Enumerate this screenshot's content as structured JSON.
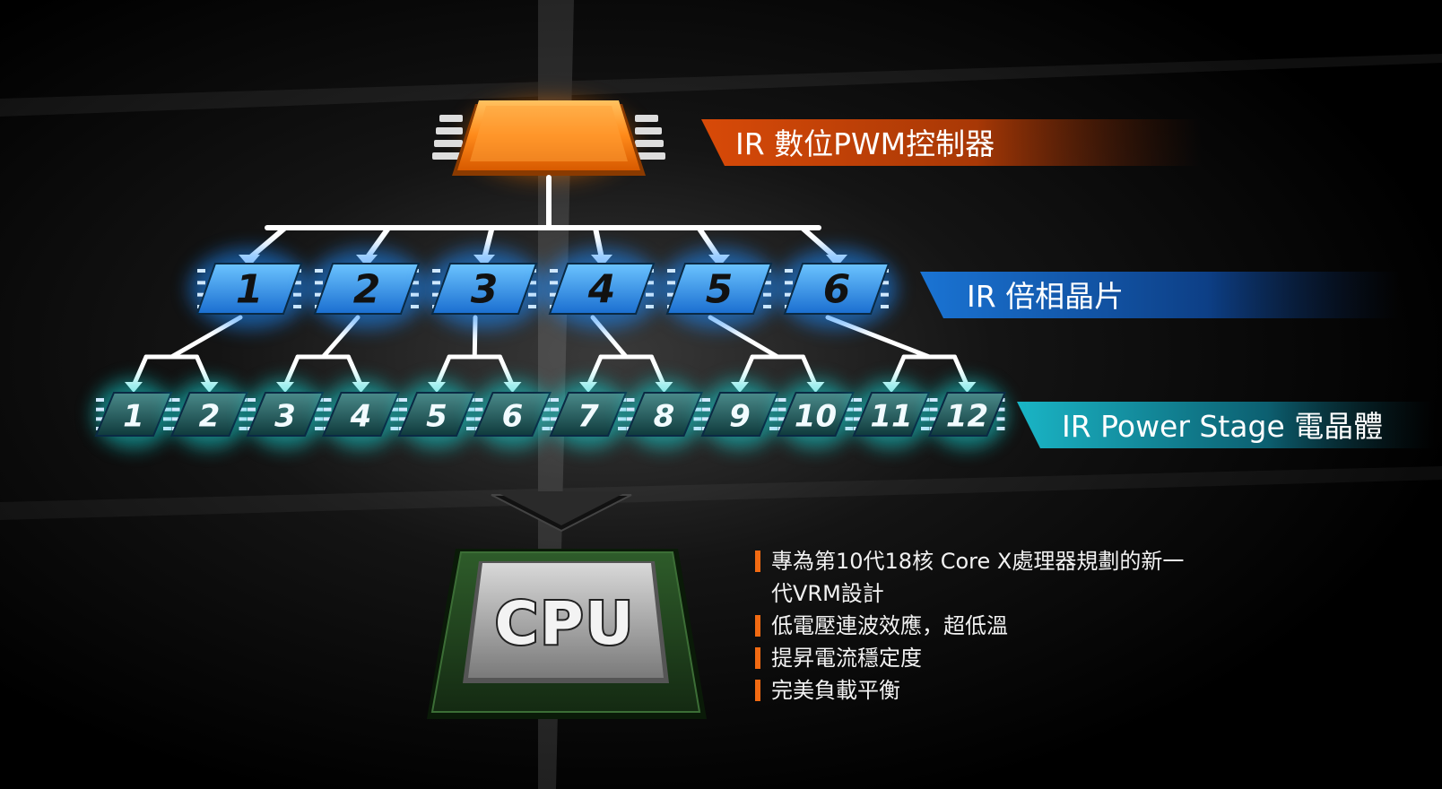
{
  "labels": {
    "controller": "IR 數位PWM控制器",
    "doubler": "IR 倍相晶片",
    "power_stage": "IR Power Stage 電晶體",
    "cpu": "CPU"
  },
  "doubler_chips": [
    "1",
    "2",
    "3",
    "4",
    "5",
    "6"
  ],
  "power_stage_chips": [
    "1",
    "2",
    "3",
    "4",
    "5",
    "6",
    "7",
    "8",
    "9",
    "10",
    "11",
    "12"
  ],
  "features": [
    "專為第10代18核 Core X處理器規劃的新一代VRM設計",
    "低電壓連波效應，超低溫",
    "提昇電流穩定度",
    "完美負載平衡"
  ],
  "colors": {
    "controller_accent": "#e8580e",
    "doubler_accent": "#1a78d8",
    "power_stage_accent": "#1fb8c8",
    "bullet": "#f26a12"
  },
  "icons": [
    "down-arrow-icon",
    "cpu-chip-icon"
  ]
}
